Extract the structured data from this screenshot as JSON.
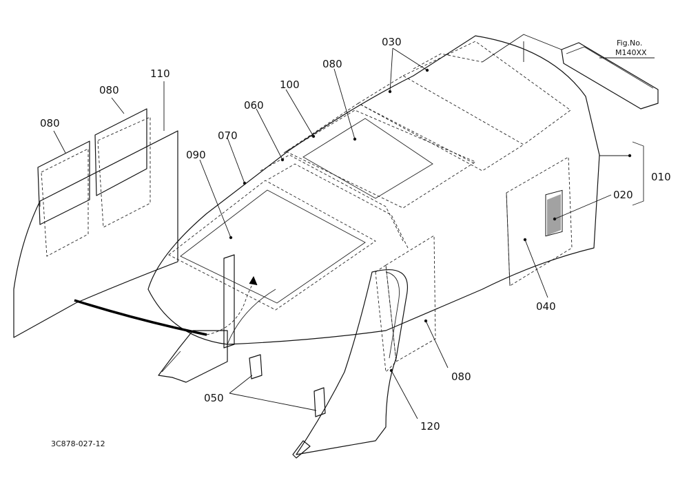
{
  "figure": {
    "fig_label": "Fig.No.",
    "fig_number": "M140XX",
    "drawing_code": "3C878-027-12"
  },
  "callouts": {
    "c010": "010",
    "c020": "020",
    "c030": "030",
    "c040": "040",
    "c050": "050",
    "c060": "060",
    "c070": "070",
    "c080_top": "080",
    "c080_left": "080",
    "c080_mid": "080",
    "c080_side": "080",
    "c090": "090",
    "c100": "100",
    "c110": "110",
    "c120": "120"
  }
}
